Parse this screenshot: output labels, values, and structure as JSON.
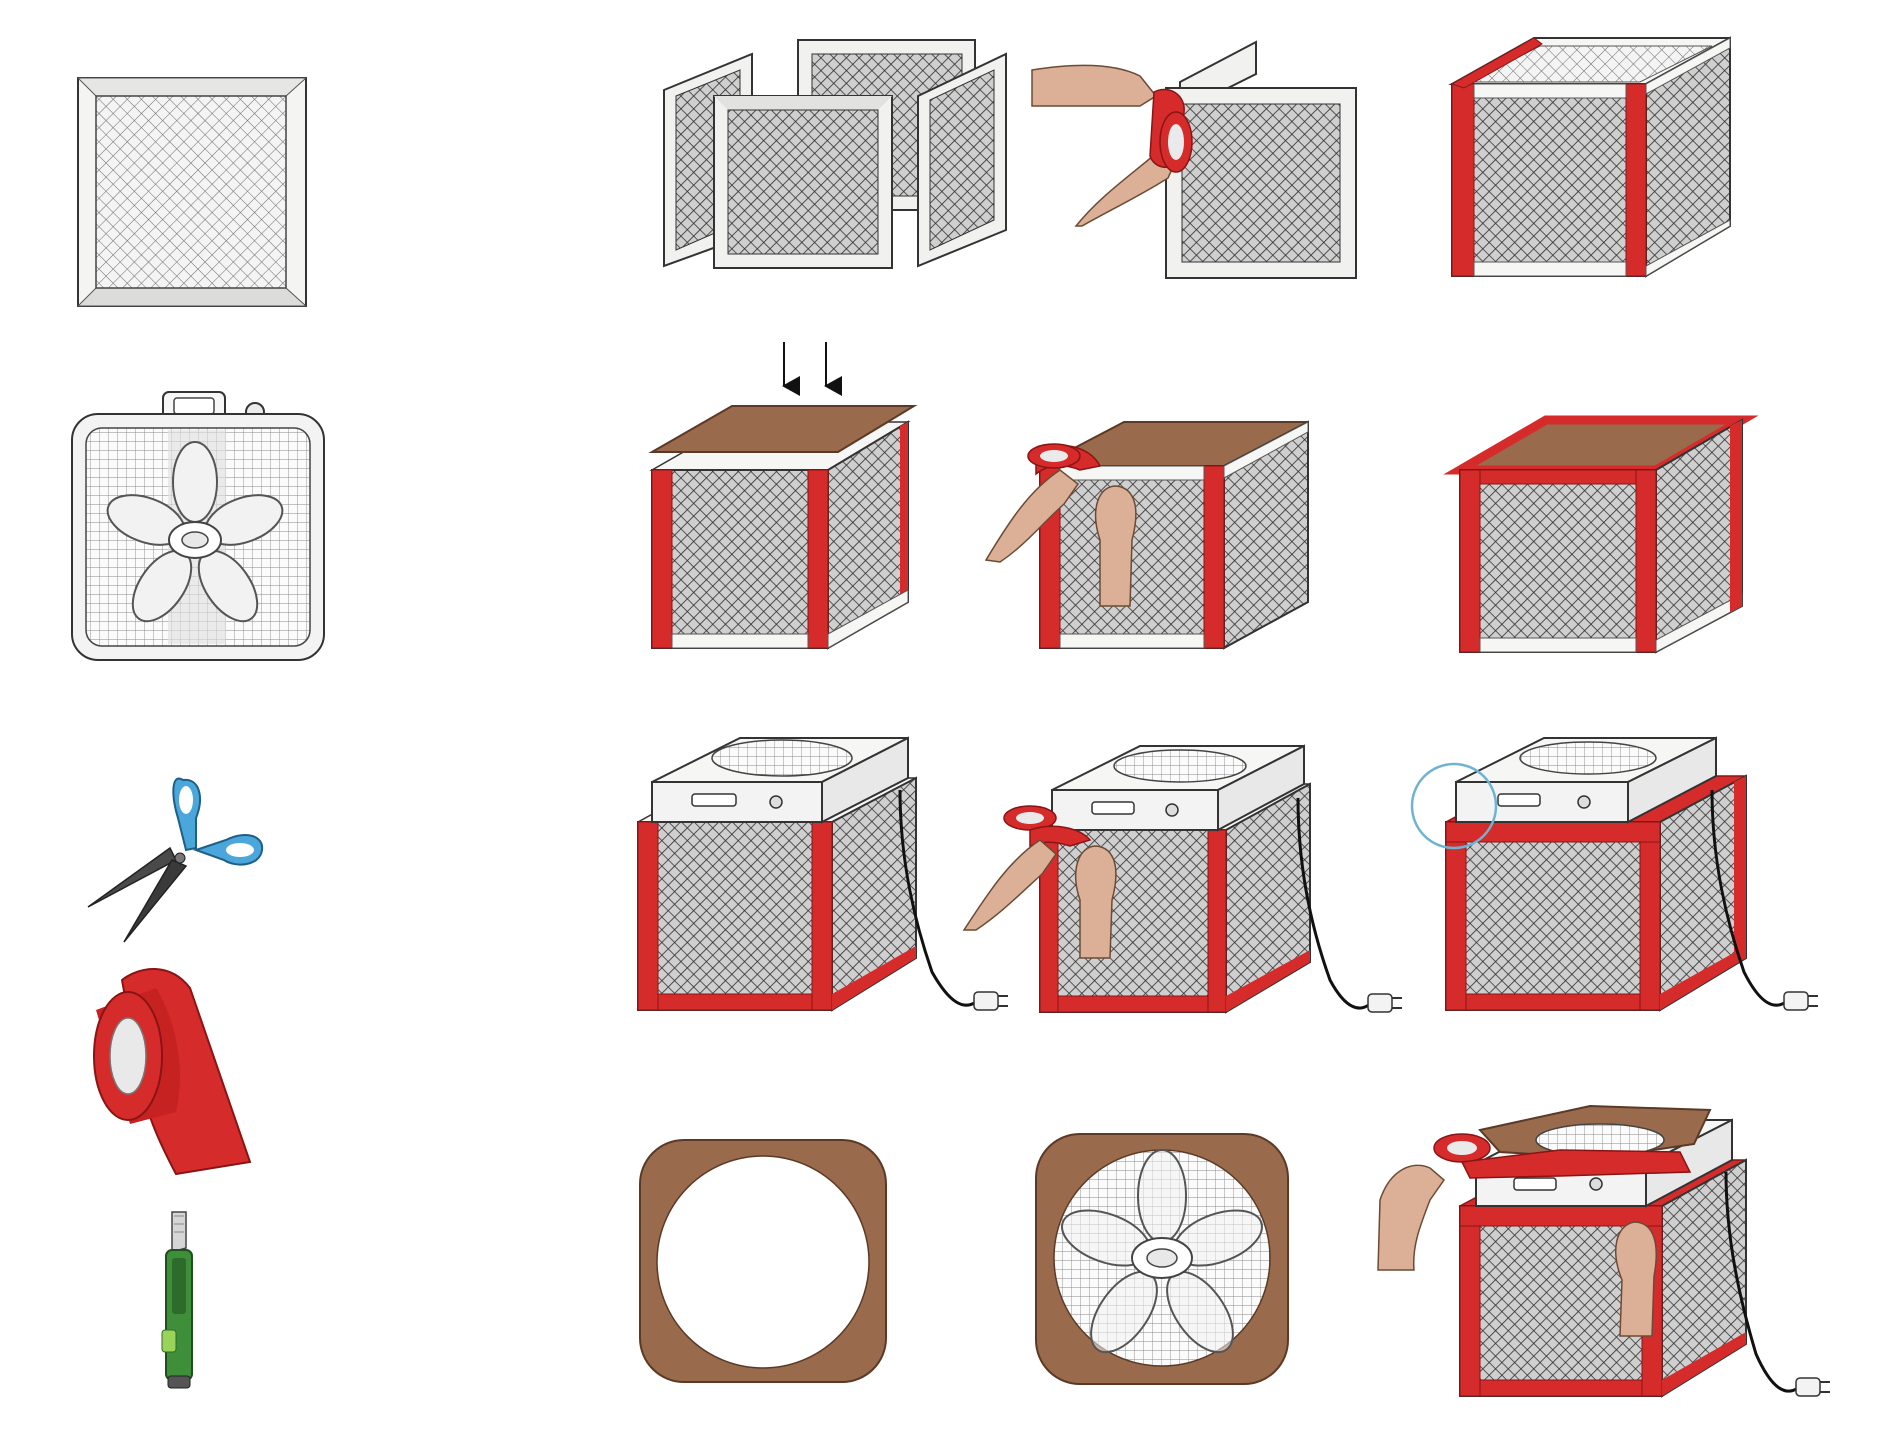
{
  "palette": {
    "tape_red": "#d62b2b",
    "tape_red_dark": "#a51d1d",
    "cardboard": "#9a6a4c",
    "frame_white": "#f2f2f0",
    "mesh_bg": "#d8d8d8",
    "mesh_line": "#3a3a3a",
    "skin": "#dcb096",
    "scissors_blue": "#4aa6db",
    "cutter_green": "#3f8f3a",
    "highlight_ring": "#6fb3d2",
    "outline": "#222222"
  },
  "materials": [
    {
      "name": "air-filter",
      "icon": "air-filter-icon"
    },
    {
      "name": "box-fan",
      "icon": "box-fan-icon"
    },
    {
      "name": "scissors",
      "icon": "scissors-icon"
    },
    {
      "name": "duct-tape",
      "icon": "tape-roll-icon"
    },
    {
      "name": "box-cutter",
      "icon": "utility-knife-icon"
    }
  ],
  "steps": [
    {
      "row": 1,
      "col": 1,
      "scene": "four-filters-arranged"
    },
    {
      "row": 1,
      "col": 2,
      "scene": "hands-taping-filter-edge"
    },
    {
      "row": 1,
      "col": 3,
      "scene": "filters-taped-into-cube"
    },
    {
      "row": 2,
      "col": 1,
      "scene": "cardboard-lid-lowered",
      "icon": "down-arrow-icon"
    },
    {
      "row": 2,
      "col": 2,
      "scene": "hands-taping-lid"
    },
    {
      "row": 2,
      "col": 3,
      "scene": "lid-sealed-cube"
    },
    {
      "row": 3,
      "col": 1,
      "scene": "fan-placed-on-cube"
    },
    {
      "row": 3,
      "col": 2,
      "scene": "hands-taping-fan-seam"
    },
    {
      "row": 3,
      "col": 3,
      "scene": "fan-seam-sealed-highlight"
    },
    {
      "row": 4,
      "col": 1,
      "scene": "cardboard-cut-circle"
    },
    {
      "row": 4,
      "col": 2,
      "scene": "cardboard-shroud-over-fan"
    },
    {
      "row": 4,
      "col": 3,
      "scene": "hands-taping-shroud"
    }
  ]
}
